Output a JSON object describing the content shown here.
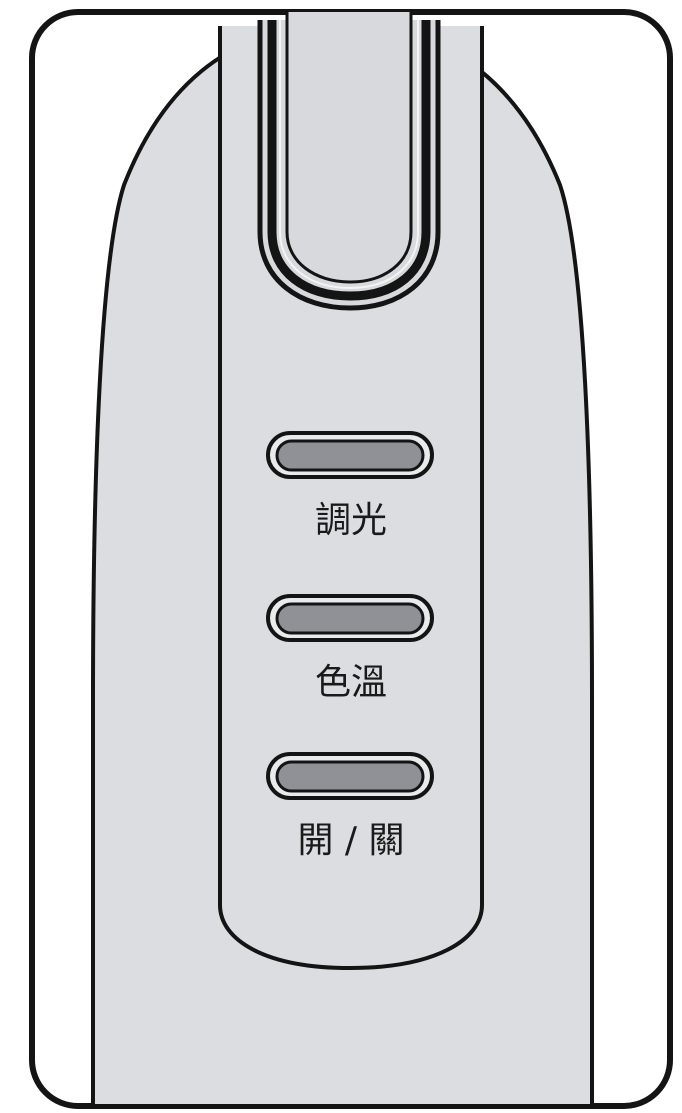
{
  "control_panel": {
    "buttons": [
      {
        "id": "dimming",
        "label": "調光"
      },
      {
        "id": "color_temperature",
        "label": "色溫"
      },
      {
        "id": "power",
        "label": "開 / 關"
      }
    ]
  },
  "colors": {
    "body_fill": "#dcdde0",
    "outline": "#141414",
    "button_fill": "#8f9196",
    "button_rim": "#e9eaec",
    "background": "#ffffff"
  }
}
